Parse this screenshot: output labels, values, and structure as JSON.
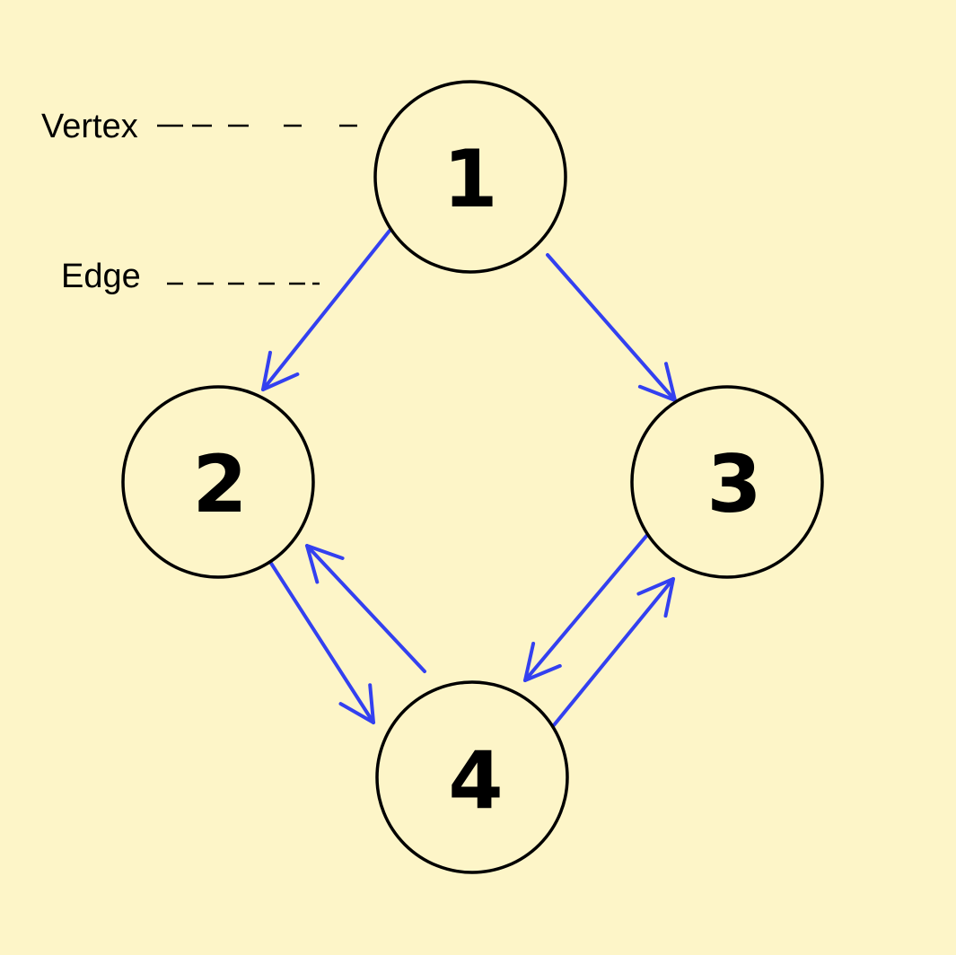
{
  "diagram": {
    "type": "directed-graph",
    "annotations": {
      "vertex_label": "Vertex",
      "edge_label": "Edge"
    },
    "nodes": [
      {
        "id": "1",
        "label": "1"
      },
      {
        "id": "2",
        "label": "2"
      },
      {
        "id": "3",
        "label": "3"
      },
      {
        "id": "4",
        "label": "4"
      }
    ],
    "edges": [
      {
        "from": "1",
        "to": "2"
      },
      {
        "from": "1",
        "to": "3"
      },
      {
        "from": "2",
        "to": "4"
      },
      {
        "from": "4",
        "to": "2"
      },
      {
        "from": "3",
        "to": "4"
      },
      {
        "from": "4",
        "to": "3"
      }
    ],
    "colors": {
      "background": "#FDF5C8",
      "edge": "#3340F0",
      "node_stroke": "#000000"
    }
  }
}
